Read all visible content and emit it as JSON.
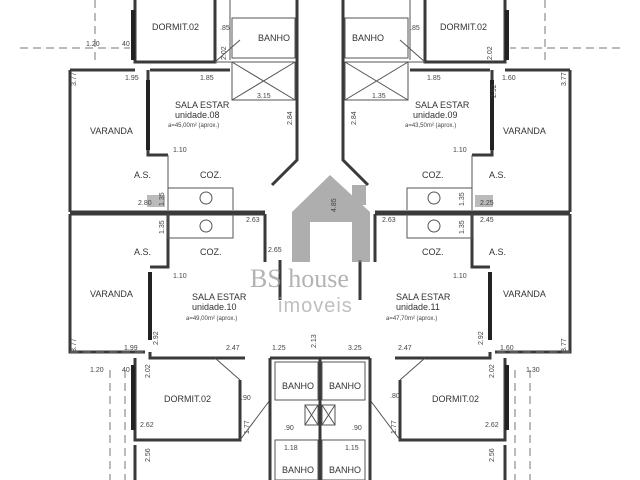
{
  "plan": {
    "units": [
      {
        "name": "SALA ESTAR",
        "unit": "unidade.08",
        "area": "a=45,00m² (aprox.)"
      },
      {
        "name": "SALA ESTAR",
        "unit": "unidade.09",
        "area": "a=43,50m² (aprox.)"
      },
      {
        "name": "SALA ESTAR",
        "unit": "unidade.10",
        "area": "a=49,00m² (aprox.)"
      },
      {
        "name": "SALA ESTAR",
        "unit": "unidade.11",
        "area": "a=47,70m² (aprox.)"
      }
    ],
    "rooms": {
      "dormit": "DORMIT.02",
      "banho": "BANHO",
      "varanda": "VARANDA",
      "as": "A.S.",
      "coz": "COZ."
    },
    "dims": {
      "d120": "1.20",
      "d40": "40",
      "d202": "2.02",
      "d195": "1.95",
      "d185": "1.85",
      "d377": "3.77",
      "d315": "3.15",
      "d85": ".85",
      "d284": "2.84",
      "d110": "1.10",
      "d280": "2.80",
      "d135": "1.35",
      "d263": "2.63",
      "d292": "2.92",
      "d160": "1.60",
      "d130": "1.30",
      "d225": "2.25",
      "d245": "2.45",
      "d485": "4.85",
      "d265": "2.65",
      "d199": "1.99",
      "d247": "2.47",
      "d125": "1.25",
      "d213": "2.13",
      "d325": "3.25",
      "d90": ".90",
      "d80": ".80",
      "d262": "2.62",
      "d177": "1.77",
      "d118": "1.18",
      "d115": "1.15",
      "d256": "2.56"
    },
    "logo": {
      "brand": "BS house",
      "sub": "imoveis",
      "color": "#9a9a9a"
    }
  }
}
